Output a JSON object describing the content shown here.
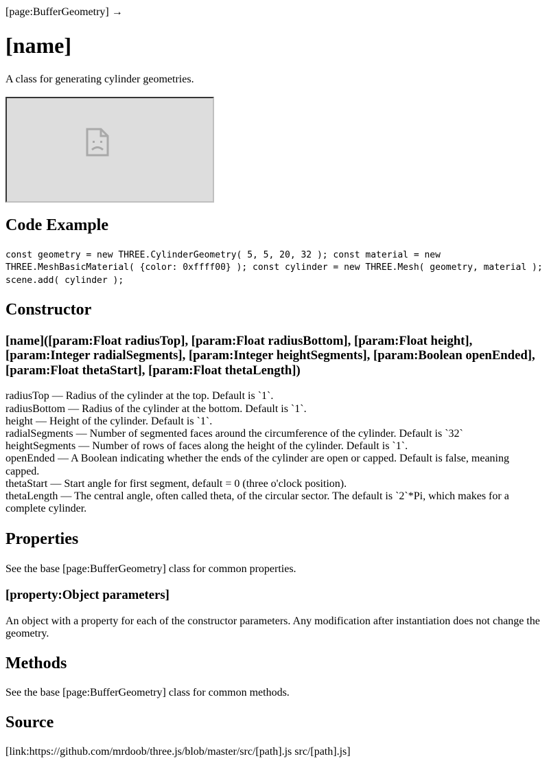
{
  "breadcrumb": {
    "text": "[page:BufferGeometry] →"
  },
  "title": "[name]",
  "description": "A class for generating cylinder geometries.",
  "preview": {
    "state": "broken-frame",
    "icon": "broken-page-icon"
  },
  "code_example": {
    "heading": "Code Example",
    "code": "const geometry = new THREE.CylinderGeometry( 5, 5, 20, 32 ); const material = new THREE.MeshBasicMaterial( {color: 0xffff00} ); const cylinder = new THREE.Mesh( geometry, material ); scene.add( cylinder );"
  },
  "constructor": {
    "heading": "Constructor",
    "signature": "[name]([param:Float radiusTop], [param:Float radiusBottom], [param:Float height], [param:Integer radialSegments], [param:Integer heightSegments], [param:Boolean openEnded], [param:Float thetaStart], [param:Float thetaLength])",
    "params": [
      "radiusTop — Radius of the cylinder at the top. Default is `1`.",
      "radiusBottom — Radius of the cylinder at the bottom. Default is `1`.",
      "height — Height of the cylinder. Default is `1`.",
      "radialSegments — Number of segmented faces around the circumference of the cylinder. Default is `32`",
      "heightSegments — Number of rows of faces along the height of the cylinder. Default is `1`.",
      "openEnded — A Boolean indicating whether the ends of the cylinder are open or capped. Default is false, meaning capped.",
      "thetaStart — Start angle for first segment, default = 0 (three o'clock position).",
      "thetaLength — The central angle, often called theta, of the circular sector. The default is `2`*Pi, which makes for a complete cylinder."
    ]
  },
  "properties": {
    "heading": "Properties",
    "intro": "See the base [page:BufferGeometry] class for common properties.",
    "items": [
      {
        "name": "[property:Object parameters]",
        "description": "An object with a property for each of the constructor parameters. Any modification after instantiation does not change the geometry."
      }
    ]
  },
  "methods": {
    "heading": "Methods",
    "intro": "See the base [page:BufferGeometry] class for common methods."
  },
  "source": {
    "heading": "Source",
    "link": "[link:https://github.com/mrdoob/three.js/blob/master/src/[path].js src/[path].js]"
  }
}
